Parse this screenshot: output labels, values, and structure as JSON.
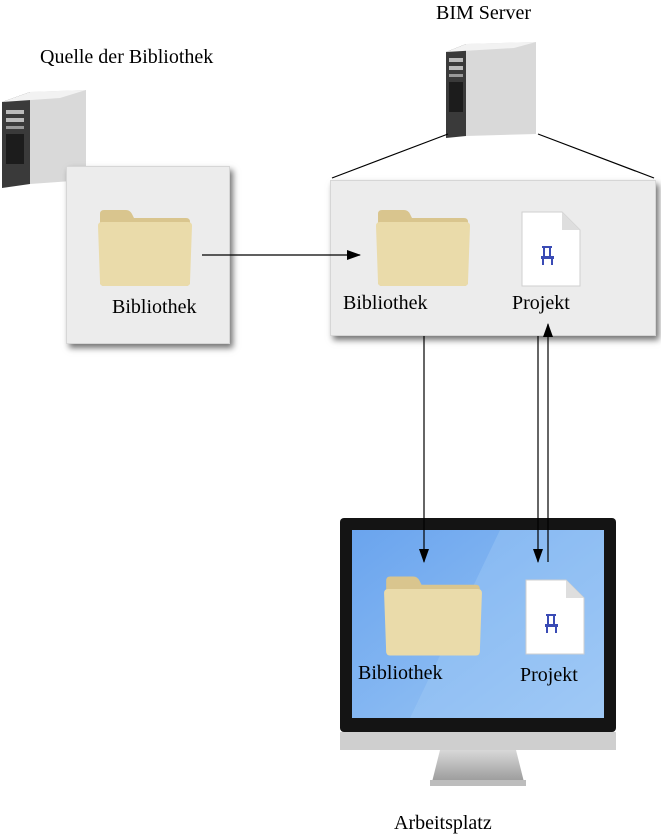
{
  "source": {
    "title": "Quelle der Bibliothek",
    "folder_label": "Bibliothek"
  },
  "server": {
    "title": "BIM Server",
    "folder_label": "Bibliothek",
    "project_label": "Projekt"
  },
  "workstation": {
    "title": "Arbeitsplatz",
    "folder_label": "Bibliothek",
    "project_label": "Projekt"
  },
  "icons": {
    "server_tower": "server-tower-icon",
    "folder": "folder-icon",
    "project_file": "project-file-icon",
    "monitor": "monitor-icon"
  },
  "colors": {
    "folder": "#e6d8a8",
    "panel": "#ececec",
    "screen": "#7fb0ee",
    "arrow": "#000000"
  }
}
